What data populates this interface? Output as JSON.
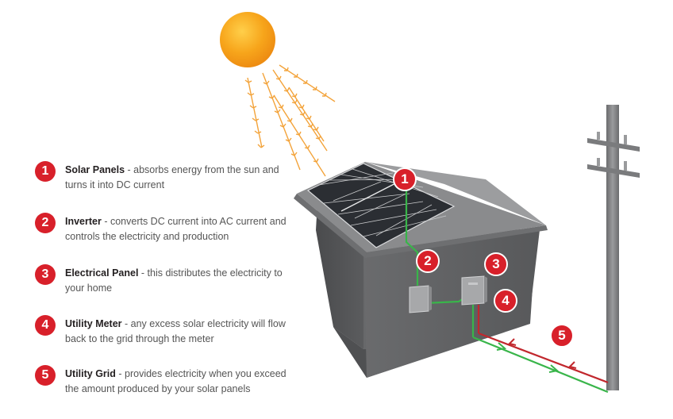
{
  "legend": {
    "items": [
      {
        "number": "1",
        "title": "Solar Panels",
        "description": " - absorbs energy from the sun and turns it into DC current"
      },
      {
        "number": "2",
        "title": "Inverter",
        "description": " - converts DC current into AC current and controls the electricity and production"
      },
      {
        "number": "3",
        "title": "Electrical Panel",
        "description": " - this distributes the electricity to your home"
      },
      {
        "number": "4",
        "title": "Utility Meter",
        "description": " - any excess solar electricity will flow back to the grid through the meter"
      },
      {
        "number": "5",
        "title": "Utility Grid",
        "description": " - provides electricity when you exceed the amount produced by your solar panels"
      }
    ]
  },
  "badges": [
    "1",
    "2",
    "3",
    "4",
    "5"
  ],
  "colors": {
    "sun": "#f6a51a",
    "sun_rays": "#f3a33a",
    "badge": "#d8202a",
    "wall": "#636466",
    "roof": "#8a8b8d",
    "panel": "#2b2e33",
    "dc_wire": "#39b54a",
    "grid_wire": "#c1272d",
    "pole": "#7d7e80"
  }
}
